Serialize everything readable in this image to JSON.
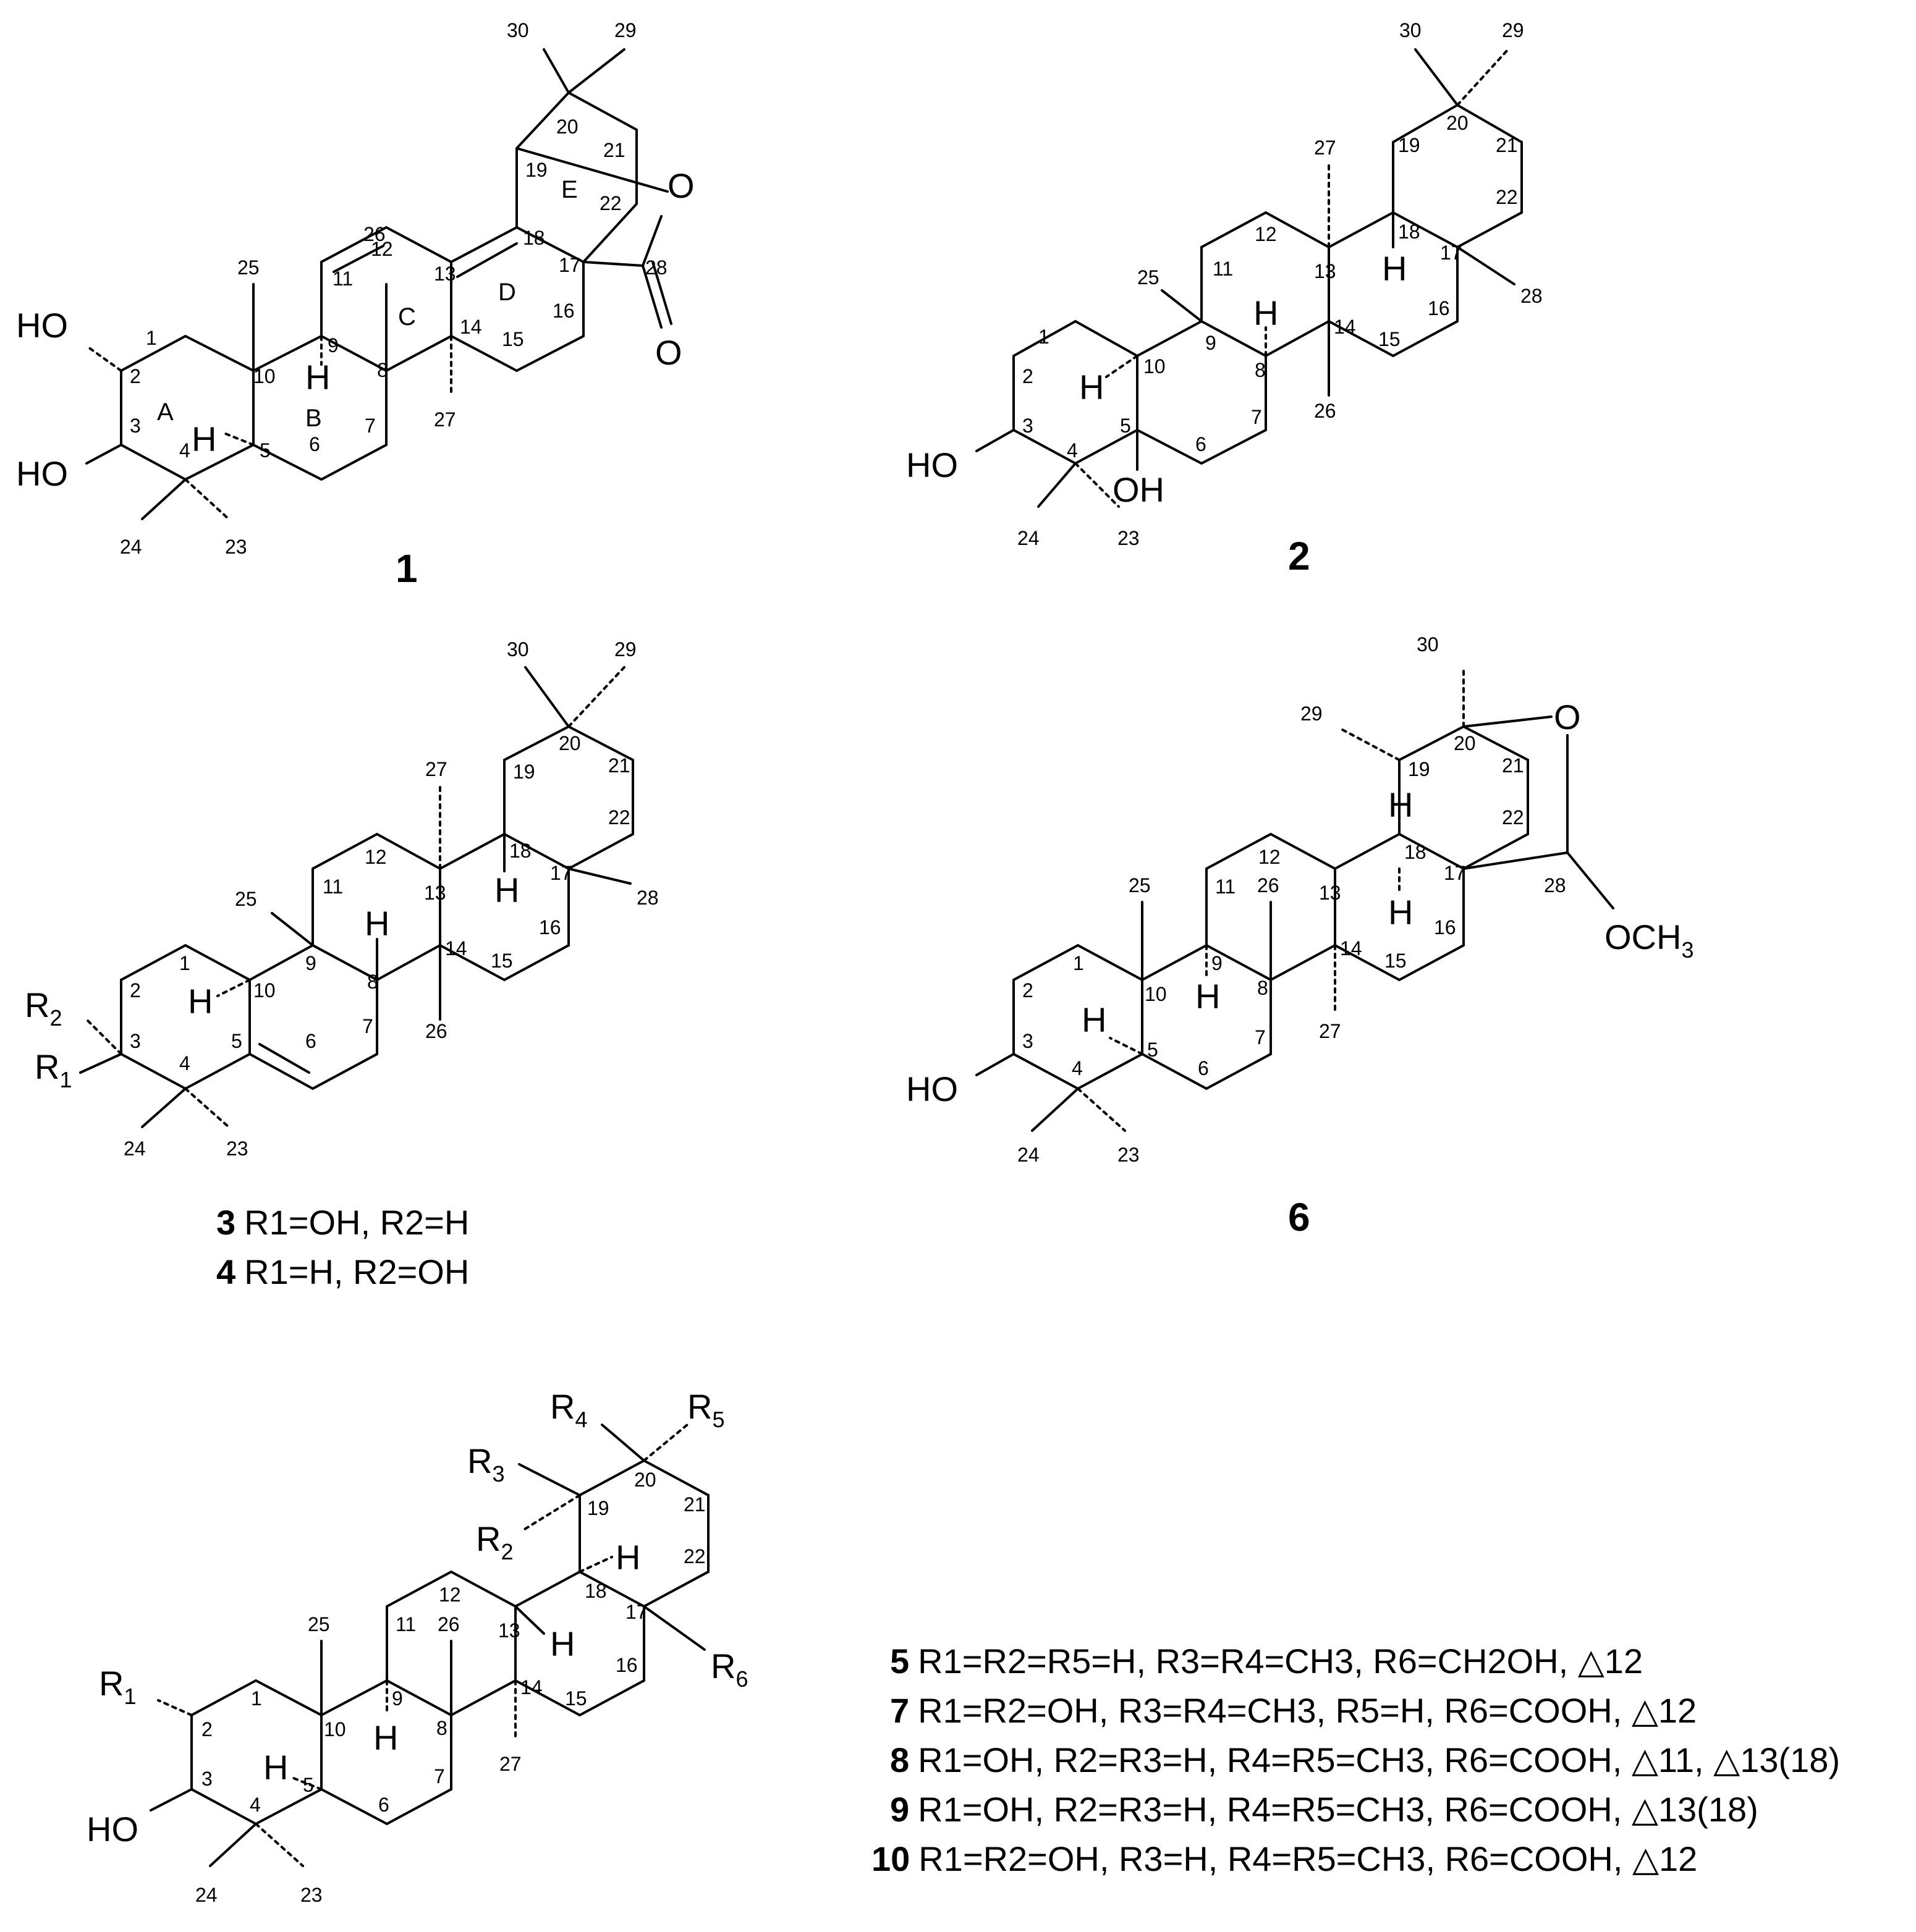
{
  "compounds": {
    "c1": {
      "id": "1",
      "carbons": [
        "1",
        "2",
        "3",
        "4",
        "5",
        "6",
        "7",
        "8",
        "9",
        "10",
        "11",
        "12",
        "13",
        "14",
        "15",
        "16",
        "17",
        "18",
        "19",
        "20",
        "21",
        "22",
        "23",
        "24",
        "25",
        "26",
        "27",
        "28",
        "29",
        "30"
      ],
      "atoms": {
        "ho_a": "HO",
        "ho_b": "HO",
        "h5": "H",
        "h9": "H",
        "o_ring": "O",
        "o_carbonyl": "O"
      },
      "rings": [
        "A",
        "B",
        "C",
        "D",
        "E"
      ]
    },
    "c2": {
      "id": "2",
      "carbons": [
        "1",
        "3",
        "4",
        "5",
        "6",
        "7",
        "8",
        "9",
        "10",
        "11",
        "12",
        "13",
        "14",
        "15",
        "16",
        "17",
        "18",
        "19",
        "20",
        "21",
        "22",
        "23",
        "24",
        "25",
        "26",
        "27",
        "28",
        "29",
        "30"
      ],
      "extra_labels": [
        "2"
      ],
      "atoms": {
        "ho": "HO",
        "oh": "OH",
        "h10": "H",
        "h8": "H",
        "h18": "H"
      }
    },
    "c34": {
      "carbons": [
        "1",
        "2",
        "3",
        "4",
        "5",
        "6",
        "7",
        "8",
        "9",
        "10",
        "11",
        "12",
        "13",
        "14",
        "15",
        "16",
        "17",
        "18",
        "19",
        "20",
        "21",
        "22",
        "23",
        "24",
        "25",
        "26",
        "27",
        "28",
        "29",
        "30"
      ],
      "atoms": {
        "r2": "R",
        "r2_sub": "2",
        "r1": "R",
        "r1_sub": "1",
        "h10": "H",
        "h8": "H",
        "h18": "H"
      },
      "caption": [
        {
          "id": "3",
          "text": "R1=OH, R2=H"
        },
        {
          "id": "4",
          "text": "R1=H, R2=OH"
        }
      ]
    },
    "c6": {
      "id": "6",
      "carbons": [
        "1",
        "2",
        "3",
        "4",
        "5",
        "6",
        "7",
        "8",
        "9",
        "10",
        "11",
        "12",
        "13",
        "14",
        "15",
        "16",
        "17",
        "18",
        "19",
        "20",
        "21",
        "22",
        "23",
        "24",
        "25",
        "26",
        "27",
        "28",
        "29",
        "30"
      ],
      "atoms": {
        "ho": "HO",
        "o": "O",
        "och3": "OCH",
        "och3_sub": "3",
        "h5": "H",
        "h9": "H",
        "h13": "H",
        "h18": "H"
      }
    },
    "c5": {
      "carbons": [
        "1",
        "2",
        "3",
        "4",
        "5",
        "6",
        "7",
        "8",
        "9",
        "10",
        "11",
        "12",
        "13",
        "14",
        "15",
        "16",
        "17",
        "18",
        "19",
        "20",
        "21",
        "22",
        "23",
        "24",
        "25",
        "26",
        "27"
      ],
      "atoms": {
        "ho": "HO",
        "r1": "R",
        "r1_sub": "1",
        "r2": "R",
        "r2_sub": "2",
        "r3": "R",
        "r3_sub": "3",
        "r4": "R",
        "r4_sub": "4",
        "r5": "R",
        "r5_sub": "5",
        "r6": "R",
        "r6_sub": "6",
        "h5": "H",
        "h9": "H",
        "h13": "H",
        "h18": "H"
      },
      "caption": [
        {
          "id": "5",
          "text": "R1=R2=R5=H, R3=R4=CH3, R6=CH2OH, △12"
        },
        {
          "id": "7",
          "text": "R1=R2=OH, R3=R4=CH3, R5=H, R6=COOH, △12"
        },
        {
          "id": "8",
          "text": "R1=OH, R2=R3=H, R4=R5=CH3, R6=COOH, △11, △13(18)"
        },
        {
          "id": "9",
          "text": "R1=OH, R2=R3=H, R4=R5=CH3, R6=COOH, △13(18)"
        },
        {
          "id": "10",
          "text": "R1=R2=OH, R3=H, R4=R5=CH3, R6=COOH, △12"
        }
      ]
    }
  }
}
